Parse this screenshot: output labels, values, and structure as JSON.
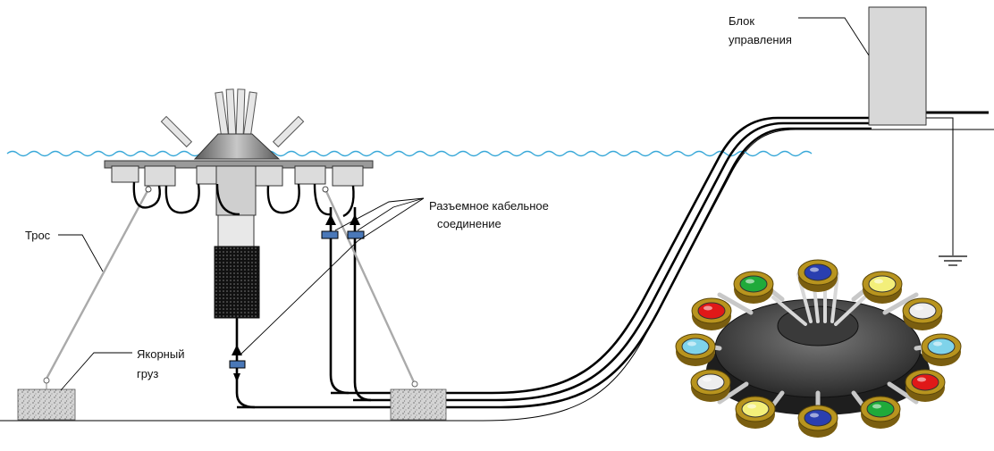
{
  "labels": {
    "control_unit_1": "Блок",
    "control_unit_2": "управления",
    "cable_connector_1": "Разъемное кабельное",
    "cable_connector_2": "соединение",
    "rope": "Трос",
    "anchor_1": "Якорный",
    "anchor_2": "груз"
  },
  "light_colors": {
    "red": "#e01818",
    "green": "#1faa3a",
    "yellow": "#f3ef7a",
    "white": "#eeeeee",
    "cyan": "#7fd3ea",
    "blue": "#2a3fb0",
    "rim": "#b8941e"
  }
}
